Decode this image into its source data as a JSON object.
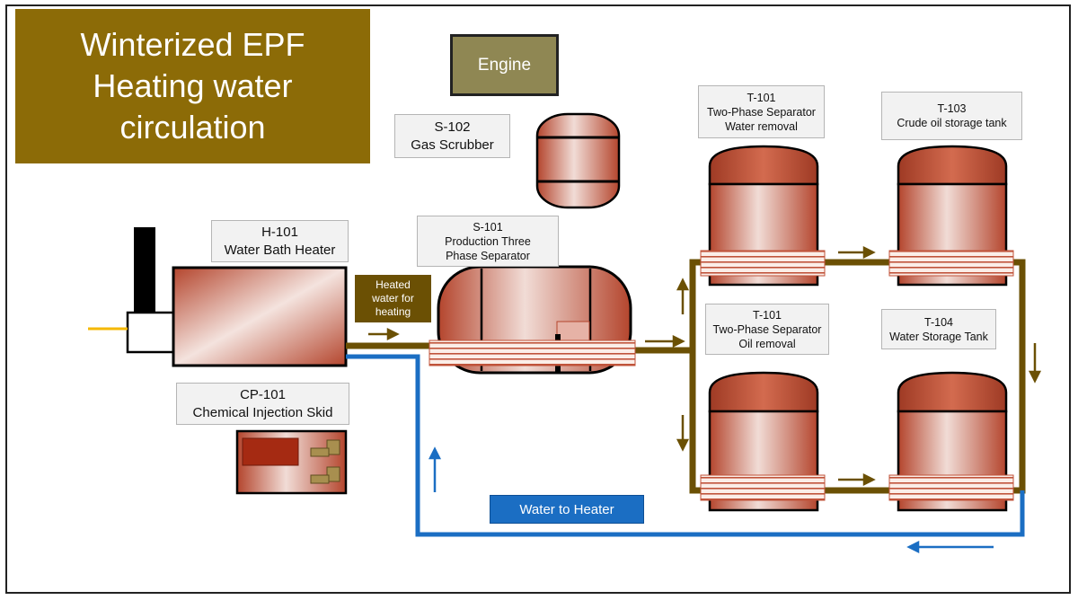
{
  "title": {
    "lines": [
      "Winterized EPF",
      "Heating water",
      "circulation"
    ]
  },
  "engine": {
    "label": "Engine"
  },
  "s102": {
    "lines": [
      "S-102",
      "Gas Scrubber"
    ]
  },
  "h101": {
    "lines": [
      "H-101",
      "Water Bath Heater"
    ]
  },
  "s101": {
    "lines": [
      "S-101",
      "Production Three",
      "Phase Separator"
    ]
  },
  "t101_water": {
    "lines": [
      "T-101",
      "Two-Phase Separator",
      "Water removal"
    ]
  },
  "t103": {
    "lines": [
      "T-103",
      "Crude oil storage tank"
    ]
  },
  "t101_oil": {
    "lines": [
      "T-101",
      "Two-Phase Separator",
      "Oil removal"
    ]
  },
  "t104": {
    "lines": [
      "T-104",
      "Water Storage Tank"
    ]
  },
  "cp101": {
    "lines": [
      "CP-101",
      "Chemical Injection Skid"
    ]
  },
  "heated_water": {
    "lines": [
      "Heated",
      "water for",
      "heating"
    ]
  },
  "water_to_heater": {
    "label": "Water to Heater"
  },
  "colors": {
    "title_bg": "#8c6b07",
    "hot_pipe": "#6b5004",
    "return_pipe": "#1b6ec3",
    "vessel": "#c0533a",
    "fuel_line": "#f5b800"
  }
}
